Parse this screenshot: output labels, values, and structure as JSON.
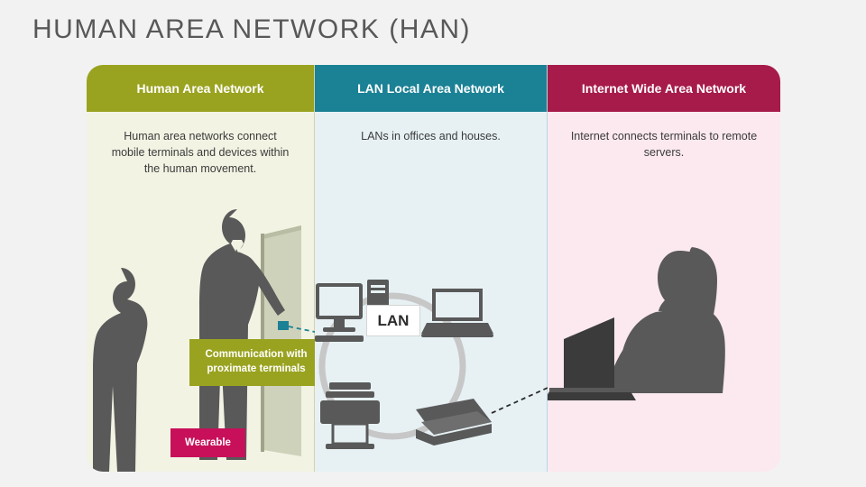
{
  "slide": {
    "title": "HUMAN AREA NETWORK (HAN)",
    "background": "#f2f2f2"
  },
  "columns": [
    {
      "id": "han",
      "header": "Human Area Network",
      "header_color": "#9aa320",
      "body_color": "#f2f3e3",
      "description": "Human area networks connect mobile terminals and devices within the human movement."
    },
    {
      "id": "lan",
      "header": "LAN Local Area Network",
      "header_color": "#1b8195",
      "body_color": "#e7f1f4",
      "description": "LANs in offices and houses."
    },
    {
      "id": "internet",
      "header": "Internet Wide Area Network",
      "header_color": "#a61b4a",
      "body_color": "#fbe9ef",
      "description": "Internet connects terminals to remote servers."
    }
  ],
  "labels": {
    "callout": "Communication with proximate terminals",
    "callout_color": "#9aa320",
    "wearable": "Wearable",
    "wearable_color": "#c8105a",
    "lan_node": "LAN"
  },
  "icons": {
    "desktop": "desktop-computer-icon",
    "laptop": "laptop-icon",
    "printer": "printer-icon",
    "scanner": "scanner-icon",
    "person_standing": "standing-person-silhouette",
    "person_walking": "walking-person-silhouette",
    "person_at_laptop": "person-at-laptop-silhouette",
    "display_panel": "display-panel-icon"
  }
}
